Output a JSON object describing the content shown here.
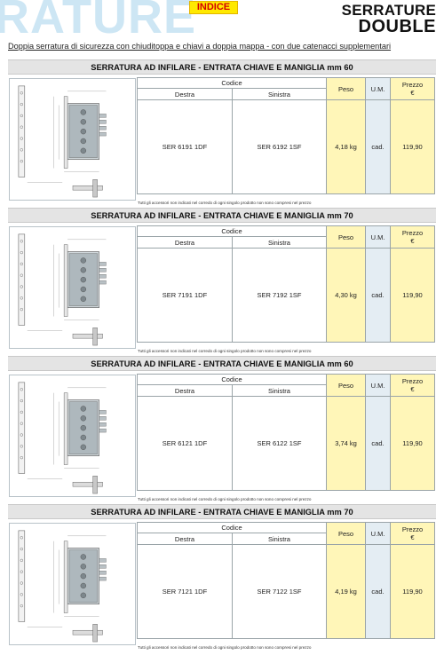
{
  "header": {
    "background_word": "RATURE",
    "indice_label": "INDICE",
    "title_line1": "SERRATURE",
    "title_line2": "DOUBLE"
  },
  "subtitle": "Doppia serratura di sicurezza con chiuditoppa e chiavi a doppia mappa - con due catenacci supplementari",
  "colors": {
    "accent_yellow": "#ffe900",
    "price_column": "#fff6b8",
    "um_column": "#e4edf3",
    "bar_grey": "#e4e4e4"
  },
  "sections": [
    {
      "title": "SERRATURA AD INFILARE - ENTRATA CHIAVE E MANIGLIA mm 60",
      "table": {
        "codice": "Codice",
        "destra": "Destra",
        "sinistra": "Sinistra",
        "peso": "Peso",
        "um": "U.M.",
        "prezzo": "Prezzo",
        "currency": "€"
      },
      "row": {
        "destra": "SER 6191 1DF",
        "sinistra": "SER 6192 1SF",
        "peso": "4,18 kg",
        "um": "cad.",
        "prezzo": "119,90"
      },
      "note": "Tutti gli accessori non indicati nel corredo di ogni singolo prodotto non sono compresi nel prezzo"
    },
    {
      "title": "SERRATURA AD INFILARE - ENTRATA CHIAVE E MANIGLIA mm 70",
      "table": {
        "codice": "Codice",
        "destra": "Destra",
        "sinistra": "Sinistra",
        "peso": "Peso",
        "um": "U.M.",
        "prezzo": "Prezzo",
        "currency": "€"
      },
      "row": {
        "destra": "SER 7191 1DF",
        "sinistra": "SER 7192 1SF",
        "peso": "4,30 kg",
        "um": "cad.",
        "prezzo": "119,90"
      },
      "note": "Tutti gli accessori non indicati nel corredo di ogni singolo prodotto non sono compresi nel prezzo"
    },
    {
      "title": "SERRATURA AD INFILARE - ENTRATA CHIAVE E MANIGLIA mm 60",
      "table": {
        "codice": "Codice",
        "destra": "Destra",
        "sinistra": "Sinistra",
        "peso": "Peso",
        "um": "U.M.",
        "prezzo": "Prezzo",
        "currency": "€"
      },
      "row": {
        "destra": "SER 6121 1DF",
        "sinistra": "SER 6122 1SF",
        "peso": "3,74 kg",
        "um": "cad.",
        "prezzo": "119,90"
      },
      "note": "Tutti gli accessori non indicati nel corredo di ogni singolo prodotto non sono compresi nel prezzo"
    },
    {
      "title": "SERRATURA AD INFILARE - ENTRATA CHIAVE E MANIGLIA mm 70",
      "table": {
        "codice": "Codice",
        "destra": "Destra",
        "sinistra": "Sinistra",
        "peso": "Peso",
        "um": "U.M.",
        "prezzo": "Prezzo",
        "currency": "€"
      },
      "row": {
        "destra": "SER 7121 1DF",
        "sinistra": "SER 7122 1SF",
        "peso": "4,19 kg",
        "um": "cad.",
        "prezzo": "119,90"
      },
      "note": "Tutti gli accessori non indicati nel corredo di ogni singolo prodotto non sono compresi nel prezzo"
    }
  ]
}
